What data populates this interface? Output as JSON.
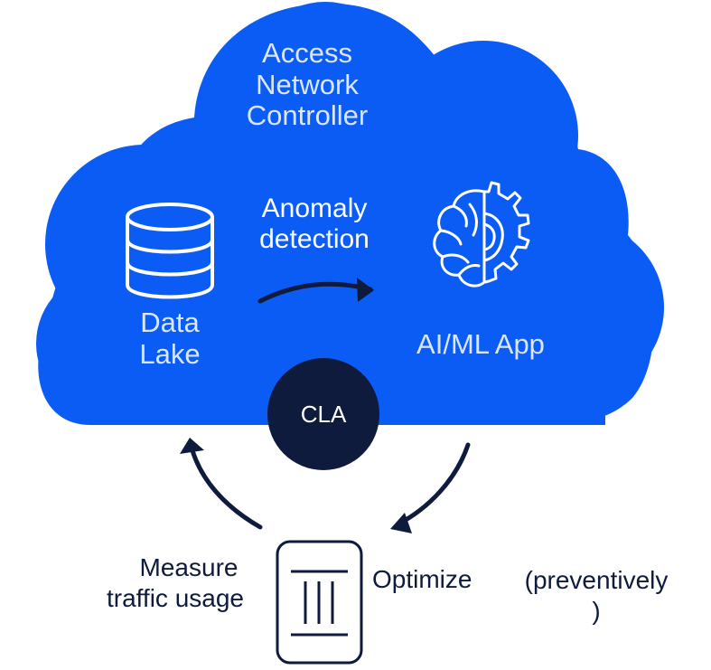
{
  "colors": {
    "cloud": "#0a5cf5",
    "navy": "#0f1b3d",
    "cloud_text": "#dbe6ff",
    "white": "#ffffff"
  },
  "cloud": {
    "title_lines": [
      "Access",
      "Network",
      "Controller"
    ]
  },
  "data_lake": {
    "icon": "database-icon",
    "label_lines": [
      "Data",
      "Lake"
    ]
  },
  "anomaly": {
    "label_lines": [
      "Anomaly",
      "detection"
    ]
  },
  "aiml": {
    "icon": "brain-gear-icon",
    "label": "AI/ML App"
  },
  "cla": {
    "label": "CLA"
  },
  "device": {
    "icon": "device-icon"
  },
  "measure": {
    "label_lines": [
      "Measure",
      "traffic usage"
    ]
  },
  "optimize": {
    "label": "Optimize",
    "qualifier_lines": [
      "(preventively",
      ")"
    ]
  }
}
